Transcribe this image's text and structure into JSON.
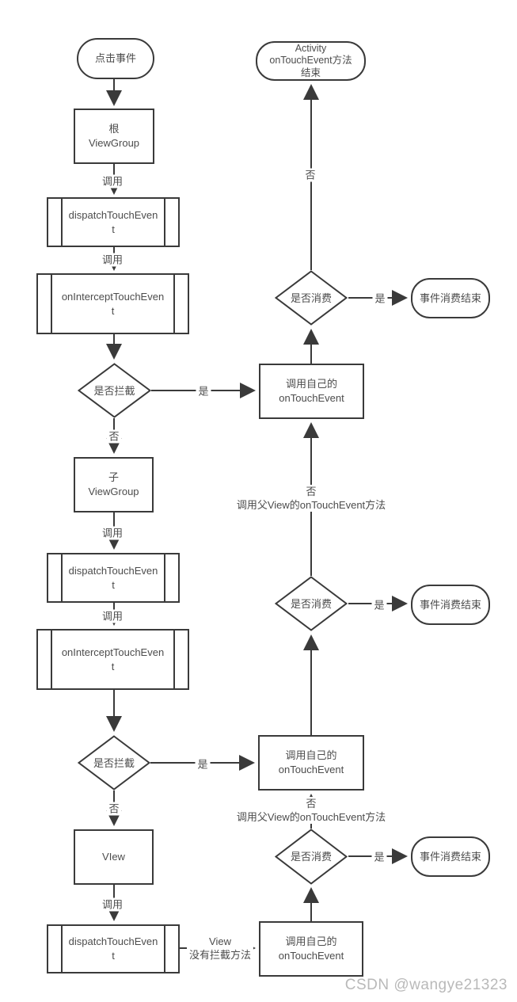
{
  "diagram_title": "Android touch event dispatch flowchart",
  "colors": {
    "line": "#3a3a3a",
    "text": "#4c4c4c",
    "watermark": "#b9b9b9",
    "background": "#ffffff"
  },
  "watermark": "CSDN @wangye21323",
  "nodes": {
    "start": {
      "label": "点击事件"
    },
    "root_viewgroup": {
      "label": "根\nViewGroup"
    },
    "dispatch1": {
      "label": "dispatchTouchEven\nt"
    },
    "intercept1": {
      "label": "onInterceptTouchEven\nt"
    },
    "is_intercept1": {
      "label": "是否拦截"
    },
    "child_viewgroup": {
      "label": "子\nViewGroup"
    },
    "dispatch2": {
      "label": "dispatchTouchEven\nt"
    },
    "intercept2": {
      "label": "onInterceptTouchEven\nt"
    },
    "is_intercept2": {
      "label": "是否拦截"
    },
    "view": {
      "label": "VIew"
    },
    "dispatch3": {
      "label": "dispatchTouchEven\nt"
    },
    "activity_end": {
      "label": "Activity\nonTouchEvent方法\n结束"
    },
    "is_consume1": {
      "label": "是否消费"
    },
    "consume_end1": {
      "label": "事件消费结束"
    },
    "own_touch1": {
      "label": "调用自己的\nonTouchEvent"
    },
    "is_consume2": {
      "label": "是否消费"
    },
    "consume_end2": {
      "label": "事件消费结束"
    },
    "own_touch2": {
      "label": "调用自己的\nonTouchEvent"
    },
    "is_consume3": {
      "label": "是否消费"
    },
    "consume_end3": {
      "label": "事件消费结束"
    },
    "own_touch3": {
      "label": "调用自己的\nonTouchEvent"
    }
  },
  "edges": {
    "root_to_dispatch": {
      "label": "调用"
    },
    "dispatch1_to_intercept1": {
      "label": "调用"
    },
    "intercept1_yes": {
      "label": "是"
    },
    "intercept1_no": {
      "label": "否"
    },
    "child_to_dispatch": {
      "label": "调用"
    },
    "dispatch2_to_intercept2": {
      "label": "调用"
    },
    "intercept2_yes": {
      "label": "是"
    },
    "intercept2_no": {
      "label": "否"
    },
    "view_to_dispatch": {
      "label": "调用"
    },
    "dispatch3_to_own3": {
      "label": "View\n没有拦截方法"
    },
    "consume1_no": {
      "label": "否"
    },
    "consume1_yes": {
      "label": "是"
    },
    "consume2_no": {
      "label": "否\n调用父View的onTouchEvent方法"
    },
    "consume2_yes": {
      "label": "是"
    },
    "consume3_no": {
      "label": "否\n调用父View的onTouchEvent方法"
    },
    "consume3_yes": {
      "label": "是"
    }
  }
}
